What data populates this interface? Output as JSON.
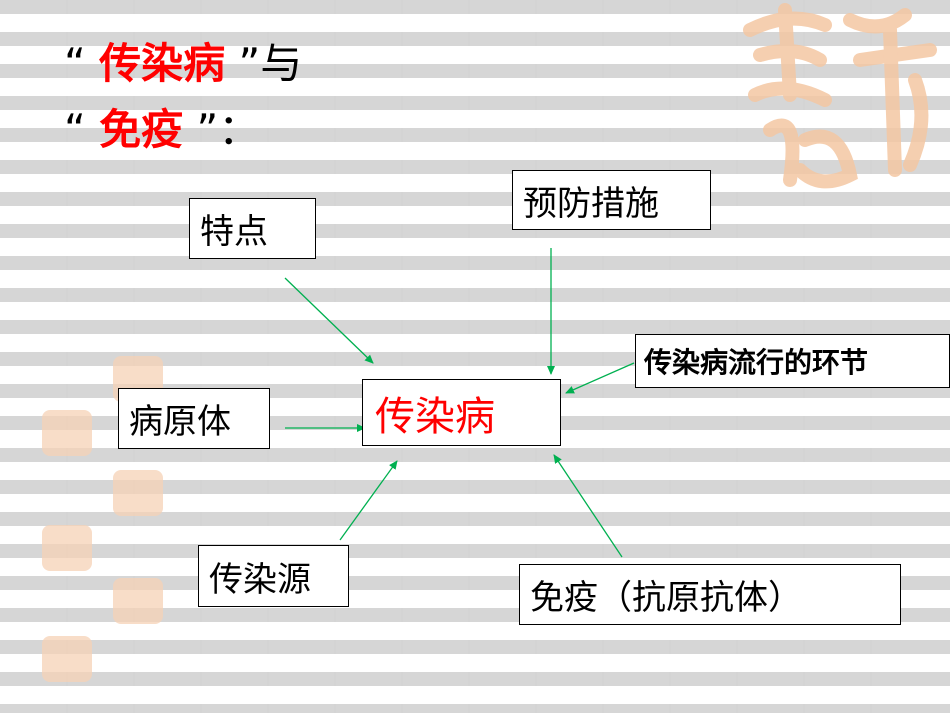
{
  "title": {
    "line1": {
      "open": "“",
      "highlight": "传染病",
      "close": "”与"
    },
    "line2": {
      "open": "“",
      "highlight": "免疫",
      "close": "”："
    }
  },
  "diagram": {
    "center": "传染病",
    "nodes": {
      "features": "特点",
      "pathogen": "病原体",
      "source": "传染源",
      "prevention": "预防措施",
      "epidemic_links": "传染病流行的环节",
      "immunity": "免疫（抗原抗体）"
    }
  },
  "colors": {
    "highlight": "#ff0000",
    "arrow": "#00b050",
    "seal": "#f4c7a3"
  }
}
